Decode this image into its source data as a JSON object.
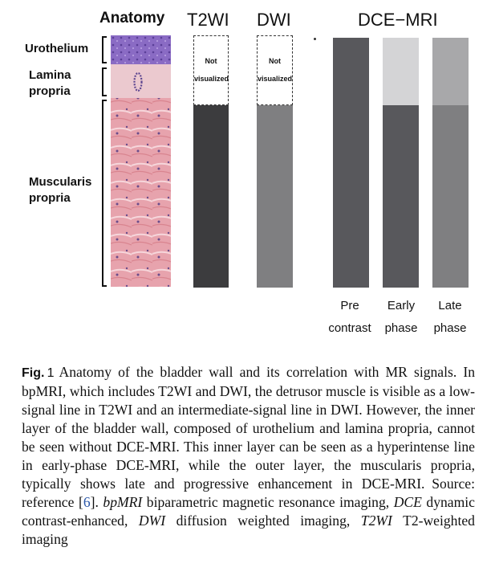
{
  "headers": {
    "anatomy": "Anatomy",
    "t2wi": "T2WI",
    "dwi": "DWI",
    "dce": "DCE−MRI"
  },
  "layers": {
    "urothelium": "Urothelium",
    "lamina_1": "Lamina",
    "lamina_2": "propria",
    "muscularis_1": "Muscularis",
    "muscularis_2": "propria"
  },
  "not_visualized": {
    "line1": "Not",
    "line2": "visualized"
  },
  "phases": {
    "pre_1": "Pre",
    "pre_2": "contrast",
    "early_1": "Early",
    "early_2": "phase",
    "late_1": "Late",
    "late_2": "phase"
  },
  "colors": {
    "urothelium": "#8a6bc4",
    "lamina_propria": "#ebc9cf",
    "muscularis_propria": "#e7a3ad",
    "t2wi_muscle": "#3c3c3e",
    "dwi_muscle": "#7f7f81",
    "pre_contrast": "#58585c",
    "early_inner": "#d4d4d6",
    "early_outer": "#58585c",
    "late_inner": "#a8a8aa",
    "late_outer": "#7f7f81"
  },
  "caption": {
    "fig_label": "Fig.",
    "fig_num": "1",
    "text_1": "Anatomy of the bladder wall and its correlation with MR signals. In bpMRI, which includes T2WI and DWI, the detrusor muscle is visible as a low-signal line in T2WI and an intermediate-signal line in DWI. However, the inner layer of the bladder wall, composed of urothelium and lamina propria, cannot be seen without DCE-MRI. This inner layer can be seen as a hyperintense line in early-phase DCE-MRI, while the outer layer, the muscularis propria, typically shows late and progressive enhancement in DCE-MRI. Source: reference [",
    "ref": "6",
    "text_2": "].",
    "abbr_1": "bpMRI",
    "def_1": "biparametric magnetic resonance imaging,",
    "abbr_2": "DCE",
    "def_2": "dynamic contrast-enhanced,",
    "abbr_3": "DWI",
    "def_3": "diffusion weighted imaging,",
    "abbr_4": "T2WI",
    "def_4": "T2-weighted imaging"
  }
}
